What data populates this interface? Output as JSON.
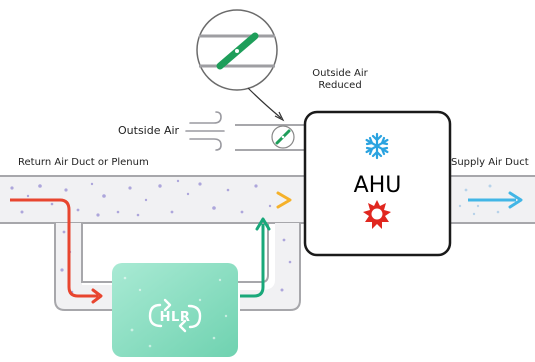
{
  "labels": {
    "outside_air": "Outside Air",
    "outside_air_reduced_line1": "Outside Air",
    "outside_air_reduced_line2": "Reduced",
    "return_air": "Return Air Duct or Plenum",
    "supply_air": "Supply Air Duct",
    "ahu": "AHU",
    "hlr": "HLR"
  },
  "icons": {
    "cooling": "snowflake-icon",
    "heating": "sun-icon",
    "hlr_cycle": "recycle-arrows-icon",
    "outside_air_wind": "wind-icon",
    "damper": "damper-icon"
  },
  "colors": {
    "return_flow_start": "#e8452f",
    "return_flow_end": "#f5b12a",
    "hlr_out_flow": "#19a87a",
    "supply_flow": "#42b6e6",
    "hlr_fill": "#8fe0c4",
    "snowflake": "#2aa3e0",
    "sun": "#e0271f",
    "damper_blade": "#1e9e5a",
    "duct_dots": "#8a7fcf"
  }
}
